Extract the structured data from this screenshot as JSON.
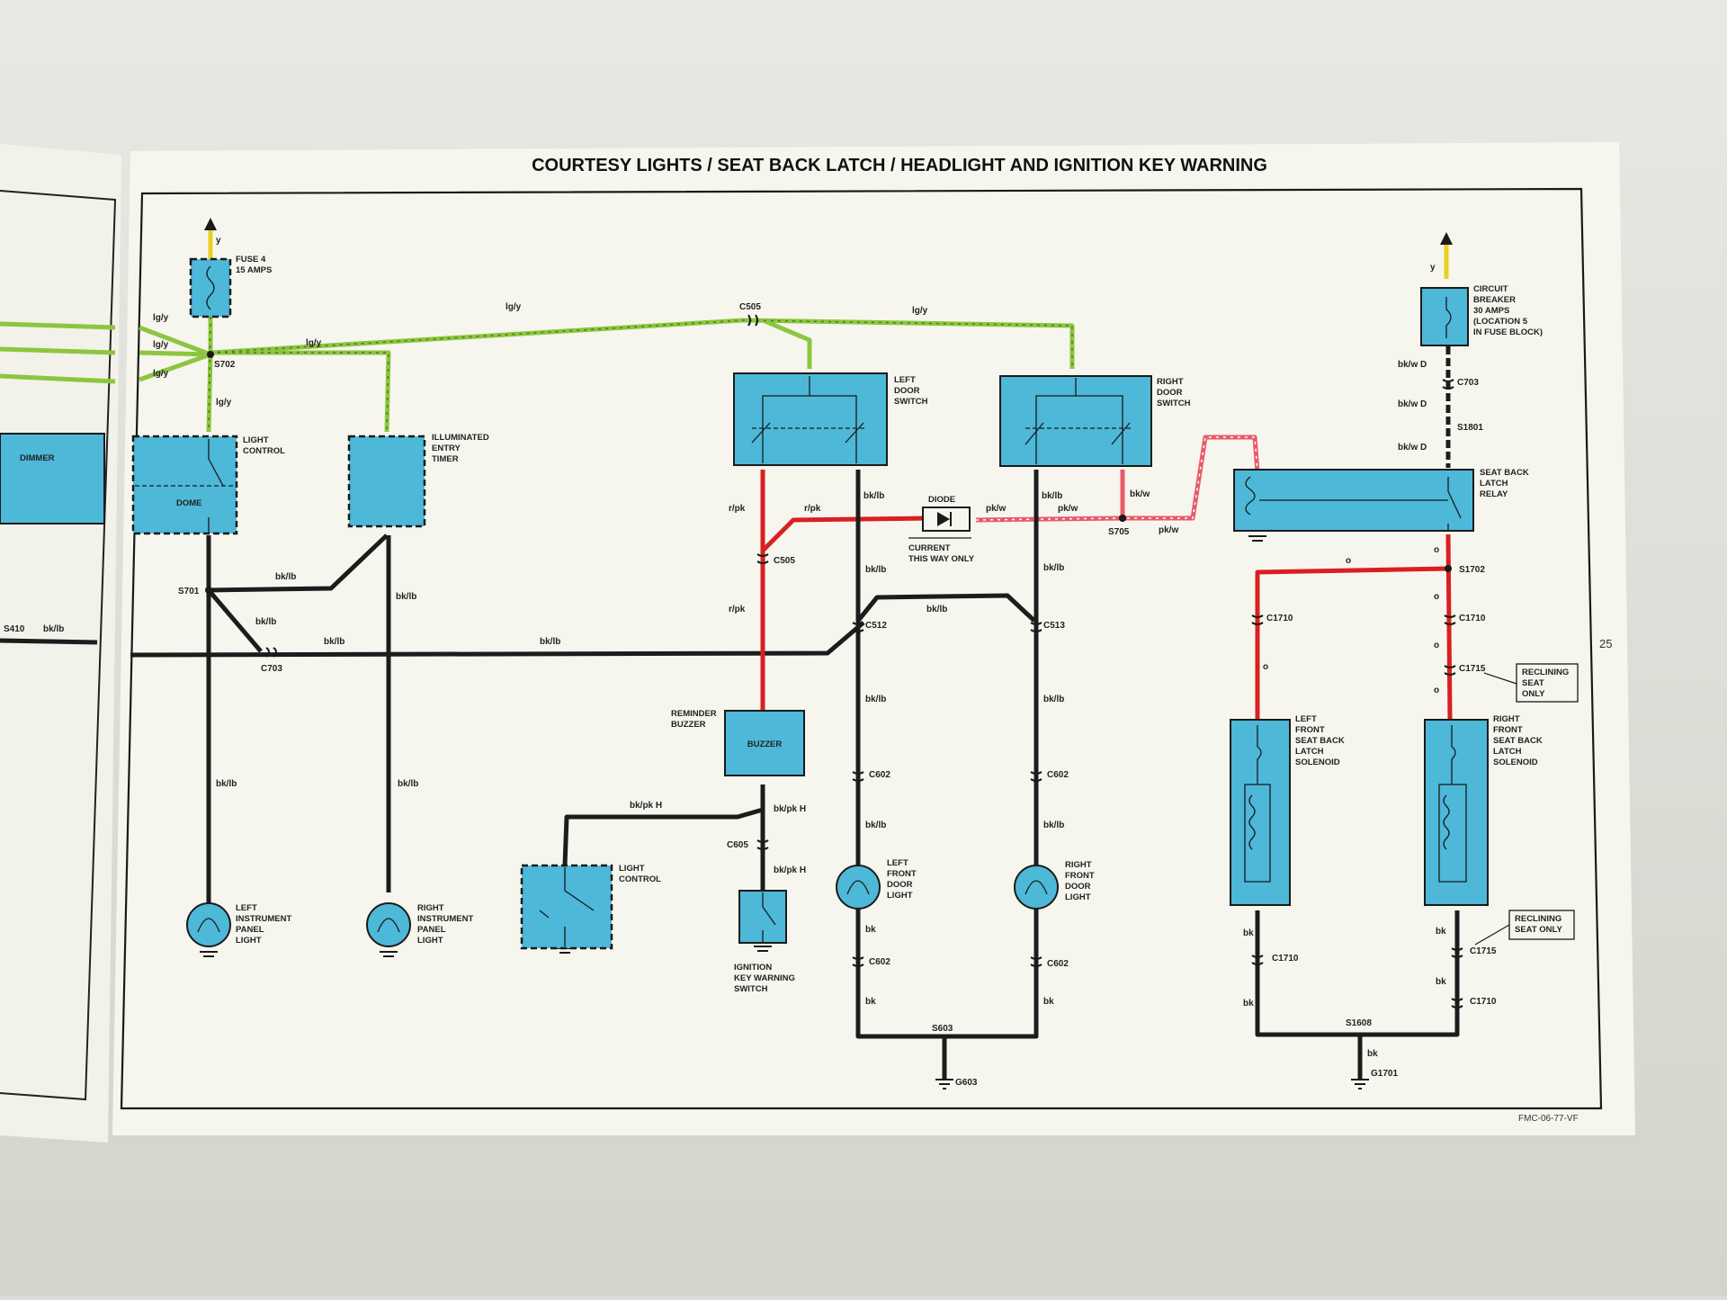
{
  "title": "COURTESY LIGHTS / SEAT BACK LATCH / HEADLIGHT AND IGNITION KEY WARNING",
  "page_number": "25",
  "footer_code": "FMC-06-77-VF",
  "colors": {
    "green_wire": "#8cc63f",
    "red_wire": "#d82020",
    "pink_wire": "#e85a6a",
    "black_wire": "#1c1c1c",
    "component": "#4db8d8",
    "paper": "#f7f6ee"
  },
  "components": {
    "fuse4": [
      "FUSE 4",
      "15 AMPS"
    ],
    "light_control_top": [
      "LIGHT",
      "CONTROL"
    ],
    "dome": "DOME",
    "entry_timer": [
      "ILLUMINATED",
      "ENTRY",
      "TIMER"
    ],
    "dimmer": "DIMMER",
    "left_door_switch": [
      "LEFT",
      "DOOR",
      "SWITCH"
    ],
    "right_door_switch": [
      "RIGHT",
      "DOOR",
      "SWITCH"
    ],
    "diode": "DIODE",
    "diode_note": [
      "CURRENT",
      "THIS WAY ONLY"
    ],
    "circuit_breaker": [
      "CIRCUIT",
      "BREAKER",
      "30 AMPS",
      "(LOCATION 5",
      "IN FUSE BLOCK)"
    ],
    "seat_back_relay": [
      "SEAT BACK",
      "LATCH",
      "RELAY"
    ],
    "reminder_buzzer": [
      "REMINDER",
      "BUZZER"
    ],
    "buzzer": "BUZZER",
    "light_control_bottom": [
      "LIGHT",
      "CONTROL"
    ],
    "ignition_switch": [
      "IGNITION",
      "KEY WARNING",
      "SWITCH"
    ],
    "left_panel_light": [
      "LEFT",
      "INSTRUMENT",
      "PANEL",
      "LIGHT"
    ],
    "right_panel_light": [
      "RIGHT",
      "INSTRUMENT",
      "PANEL",
      "LIGHT"
    ],
    "left_door_light": [
      "LEFT",
      "FRONT",
      "DOOR",
      "LIGHT"
    ],
    "right_door_light": [
      "RIGHT",
      "FRONT",
      "DOOR",
      "LIGHT"
    ],
    "left_solenoid": [
      "LEFT",
      "FRONT",
      "SEAT BACK",
      "LATCH",
      "SOLENOID"
    ],
    "right_solenoid": [
      "RIGHT",
      "FRONT",
      "SEAT BACK",
      "LATCH",
      "SOLENOID"
    ],
    "reclining_1": [
      "RECLINING",
      "SEAT",
      "ONLY"
    ],
    "reclining_2": [
      "RECLINING",
      "SEAT ONLY"
    ]
  },
  "connectors": {
    "c505_top": "C505",
    "s702": "S702",
    "s701": "S701",
    "c703_left": "C703",
    "s410": "S410",
    "c505_mid": "C505",
    "c512": "C512",
    "c513": "C513",
    "s705": "S705",
    "c703_right": "C703",
    "s1801": "S1801",
    "s1702": "S1702",
    "c1710_a": "C1710",
    "c1710_b": "C1710",
    "c1715_a": "C1715",
    "c602_a": "C602",
    "c602_b": "C602",
    "c602_c": "C602",
    "c602_d": "C602",
    "c605": "C605",
    "s603": "S603",
    "g603": "G603",
    "c1710_c": "C1710",
    "c1715_b": "C1715",
    "c1710_d": "C1710",
    "s1608": "S1608",
    "g1701": "G1701"
  },
  "wire_labels": {
    "y": "y",
    "lgy": "lg/y",
    "bklb": "bk/lb",
    "rpk": "r/pk",
    "pkw": "pk/w",
    "bkw": "bk/w",
    "bkwd": "bk/w D",
    "o": "o",
    "bk": "bk",
    "bkpkh": "bk/pk H"
  }
}
